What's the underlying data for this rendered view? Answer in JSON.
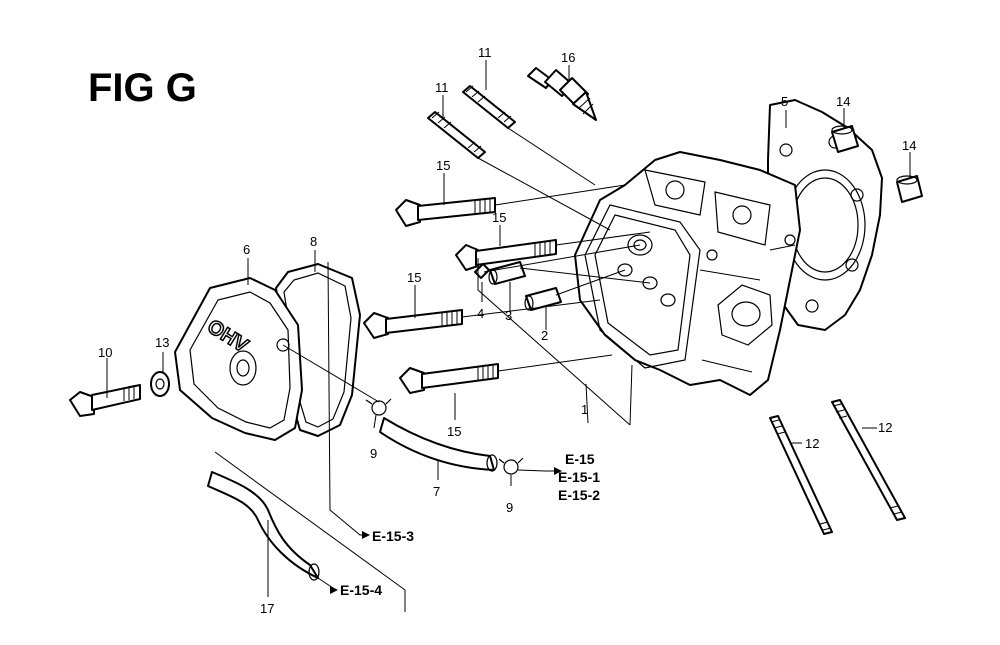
{
  "figure": {
    "title": "FIG G"
  },
  "part_numbers": [
    "1",
    "2",
    "3",
    "4",
    "5",
    "6",
    "7",
    "8",
    "9",
    "9",
    "10",
    "11",
    "11",
    "12",
    "12",
    "13",
    "14",
    "14",
    "15",
    "15",
    "15",
    "15",
    "16",
    "17"
  ],
  "references": [
    "E-15",
    "E-15-1",
    "E-15-2",
    "E-15-3",
    "E-15-4"
  ],
  "stamp_text": "OHV"
}
